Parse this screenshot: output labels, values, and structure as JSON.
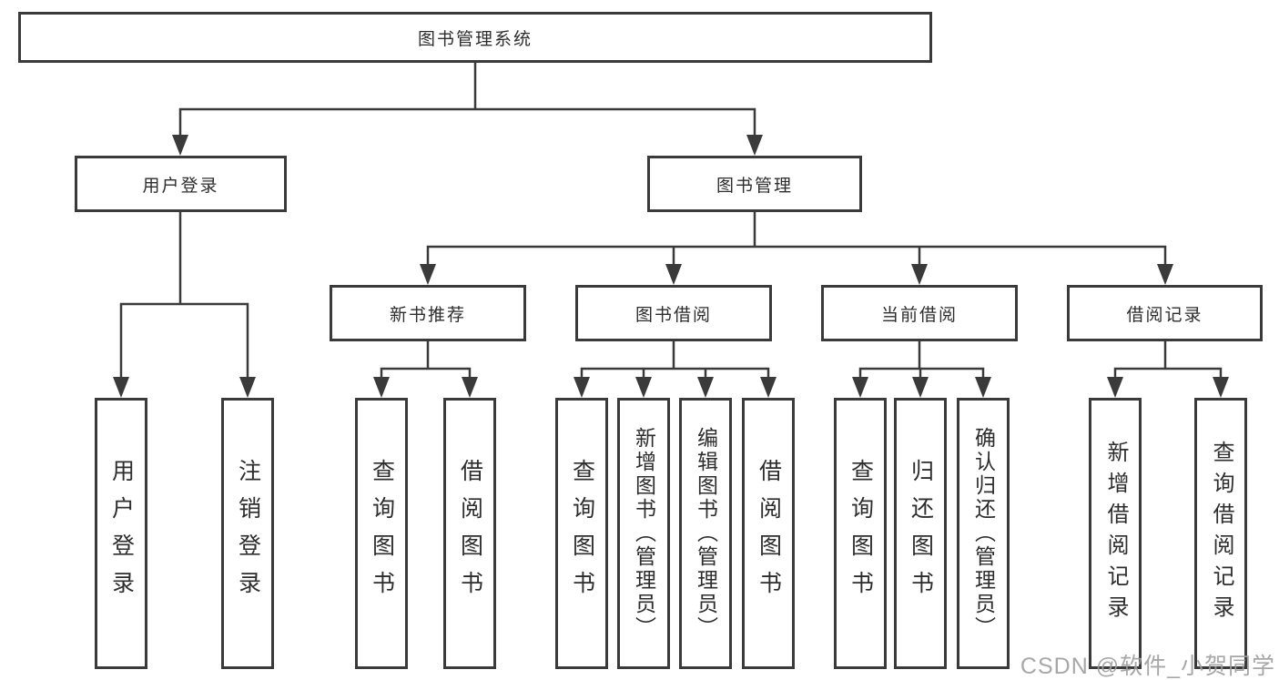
{
  "colors": {
    "line": "#3a3a3a",
    "box_border": "#3a3a3a",
    "box_fill": "#ffffff",
    "text": "#2d2d2d",
    "watermark": "#9e9e9e",
    "background": "#ffffff"
  },
  "watermark": {
    "text": "CSDN @软件_小贺同学"
  },
  "tree": {
    "root": {
      "label": "图书管理系统",
      "children": [
        {
          "label": "用户登录",
          "children": [
            {
              "label": "用户登录"
            },
            {
              "label": "注销登录"
            }
          ]
        },
        {
          "label": "图书管理",
          "children": [
            {
              "label": "新书推荐",
              "children": [
                {
                  "label": "查询图书"
                },
                {
                  "label": "借阅图书"
                }
              ]
            },
            {
              "label": "图书借阅",
              "children": [
                {
                  "label": "查询图书"
                },
                {
                  "label": "新增图书（管理员）"
                },
                {
                  "label": "编辑图书（管理员）"
                },
                {
                  "label": "借阅图书"
                }
              ]
            },
            {
              "label": "当前借阅",
              "children": [
                {
                  "label": "查询图书"
                },
                {
                  "label": "归还图书"
                },
                {
                  "label": "确认归还（管理员）"
                }
              ]
            },
            {
              "label": "借阅记录",
              "children": [
                {
                  "label": "新增借阅记录"
                },
                {
                  "label": "查询借阅记录"
                }
              ]
            }
          ]
        }
      ]
    }
  }
}
